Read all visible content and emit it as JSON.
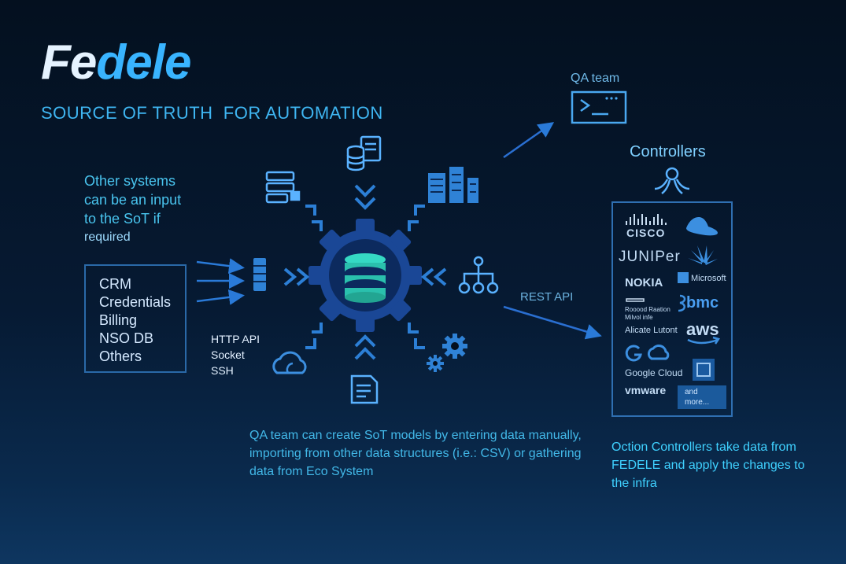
{
  "header": {
    "brand_part1": "Fe",
    "brand_part2": "dele",
    "subtitle": "SOURCE OF TRUTH  FOR AUTOMATION"
  },
  "inputs": {
    "note_lines": [
      "Other systems",
      "can be an input",
      "to the SoT if"
    ],
    "note_last": "required",
    "sources": [
      "CRM",
      "Credentials",
      "Billing",
      "NSO DB",
      "Others"
    ],
    "protocols": [
      "HTTP API",
      "Socket",
      "SSH"
    ]
  },
  "qa": {
    "label": "QA team",
    "note": "QA team can create SoT models by entering data manually, importing from other data structures (i.e.: CSV) or gathering data from Eco System"
  },
  "controllers": {
    "title": "Controllers",
    "rest_api": "REST API",
    "vendors": [
      "CISCO",
      "JUNIPer",
      "NOKIA",
      "Microsoft",
      "Rooood Raation",
      "Milvol infe",
      "bmc",
      "Alicate Lutont",
      "aws",
      "Google Cloud",
      "vmware"
    ],
    "and_more_line1": "and",
    "and_more_line2": "more...",
    "note": "Oction Controllers take data from FEDELE and apply the changes to the infra"
  },
  "colors": {
    "background": "#04101f",
    "accent": "#39b4ff",
    "gear": "#1e4fa0",
    "database": "#2fd4c0",
    "arrow": "#2a6fd1"
  },
  "icons": [
    "database-icon",
    "server-rack-icon",
    "server-cluster-icon",
    "hierarchy-icon",
    "gears-icon",
    "document-icon",
    "cloud-icon",
    "terminal-icon",
    "octopus-icon",
    "linked-list-icon"
  ]
}
